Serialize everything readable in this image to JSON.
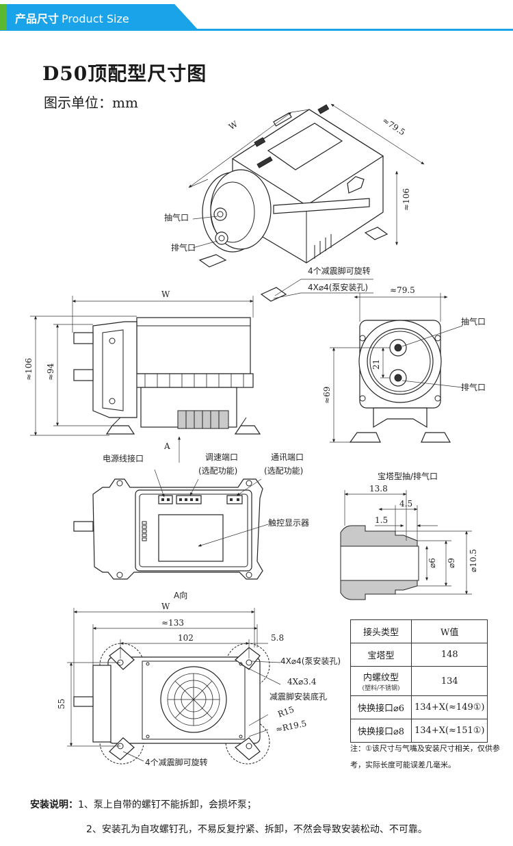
{
  "header": {
    "title_cn": "产品尺寸",
    "title_en": "Product Size"
  },
  "colors": {
    "accent": "#1aa3e8",
    "accent_green": "#5cb82e"
  },
  "title": "D50顶配型尺寸图",
  "units": "图示单位：mm",
  "iso_view": {
    "dim_w": "W",
    "dim_length": "≈79.5",
    "dim_height": "≈106",
    "label_inlet": "抽气口",
    "label_outlet": "排气口",
    "label_feet": "4个减震脚可旋转",
    "label_holes": "4X⌀4(泵安装孔)"
  },
  "front_view": {
    "dim_w": "W",
    "dim_106": "≈106",
    "dim_94": "≈94",
    "arrow_a": "A"
  },
  "side_view": {
    "dim_width": "≈79.5",
    "dim_height": "≈69",
    "dim_spacing": "21",
    "label_inlet": "抽气口",
    "label_outlet": "排气口"
  },
  "top_view": {
    "label_power": "电源线接口",
    "label_speed": "调速端口",
    "label_speed_sub": "(选配功能)",
    "label_comm": "通讯端口",
    "label_comm_sub": "(选配功能)",
    "label_display": "触控显示器"
  },
  "barb_detail": {
    "title": "宝塔型抽/排气口",
    "dim_138": "13.8",
    "dim_45": "4.5",
    "dim_15": "1.5",
    "dim_d6": "⌀6",
    "dim_d9": "⌀9",
    "dim_d105": "⌀10.5"
  },
  "bottom_view": {
    "title": "A向",
    "dim_w": "W",
    "dim_133": "≈133",
    "dim_102": "102",
    "dim_58": "5.8",
    "dim_55": "55",
    "label_holes": "4X⌀4(泵安装孔)",
    "label_feet_holes": "4X⌀3.4",
    "label_feet_holes_sub": "减震脚安装底孔",
    "dim_r15": "R15",
    "dim_r195": "≈R19.5",
    "label_feet": "4个减震脚可旋转"
  },
  "spec_table": {
    "headers": [
      "接头类型",
      "W值"
    ],
    "rows": [
      {
        "type": "宝塔型",
        "sub": "",
        "value": "148"
      },
      {
        "type": "内螺纹型",
        "sub": "(塑料/不锈钢)",
        "value": "134"
      },
      {
        "type": "快换接口⌀6",
        "sub": "",
        "value": "134+X(≈149①)"
      },
      {
        "type": "快换接口⌀8",
        "sub": "",
        "value": "134+X(≈151①)"
      }
    ]
  },
  "note": "注：①该尺寸与气嘴及安装尺寸相关，仅供参考，实际长度可能误差几毫米。",
  "install": {
    "lead": "安装说明：",
    "line1": "1、泵上自带的螺钉不能拆卸，会损坏泵；",
    "line2": "2、安装孔为自攻螺钉孔，不易反复拧紧、拆卸，不然会导致安装松动、不可靠。"
  }
}
